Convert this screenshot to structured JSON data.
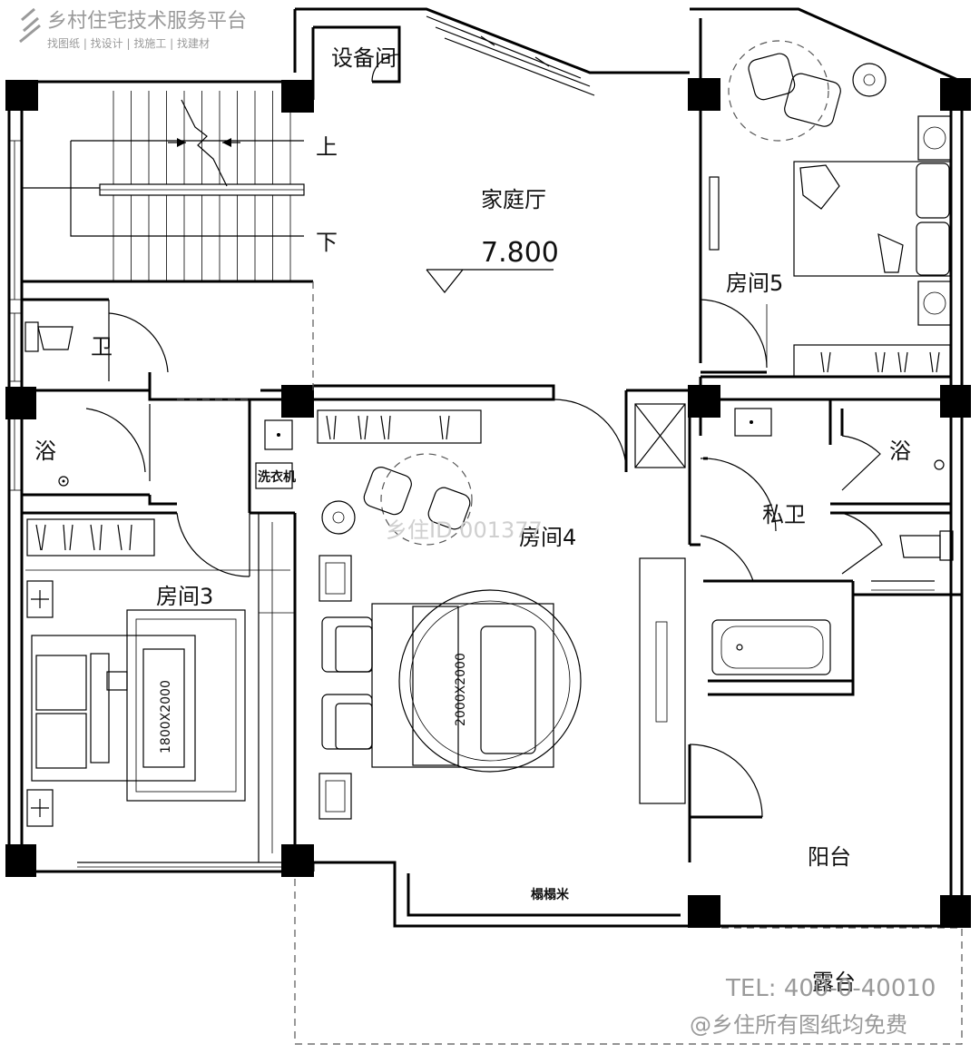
{
  "brand": {
    "name": "乡村住宅技术服务平台",
    "slogan": "找图纸 | 找设计 | 找施工 | 找建材"
  },
  "rooms": {
    "equipment": "设备间",
    "family_hall": "家庭厅",
    "room5": "房间5",
    "room4": "房间4",
    "room3": "房间3",
    "wc": "卫",
    "bath_left": "浴",
    "bath_right": "浴",
    "private_wc": "私卫",
    "washer": "洗衣机",
    "tatami": "榻榻米",
    "balcony": "阳台",
    "terrace": "露台"
  },
  "stairs": {
    "up": "上",
    "down": "下"
  },
  "elevation": "7.800",
  "bed_sizes": {
    "room4": "2000X2000",
    "room3": "1800X2000"
  },
  "watermarks": {
    "id": "乡住ID 001377",
    "tel": "TEL: 400-0-40010",
    "notice": "@乡住所有图纸均免费"
  }
}
